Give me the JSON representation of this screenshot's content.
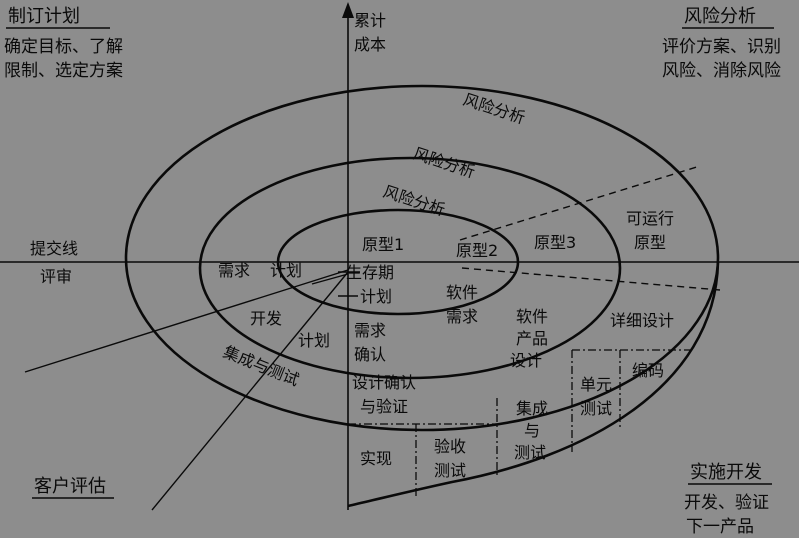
{
  "corners": {
    "top_left": {
      "title": "制订计划",
      "line1": "确定目标、了解",
      "line2": "限制、选定方案"
    },
    "top_right": {
      "title": "风险分析",
      "line1": "评价方案、识别",
      "line2": "风险、消除风险"
    },
    "bottom_left": {
      "title": "客户评估"
    },
    "bottom_right": {
      "title": "实施开发",
      "line1": "开发、验证",
      "line2": "下一产品"
    }
  },
  "axes": {
    "y_line1": "累计",
    "y_line2": "成本",
    "x_left_line1": "提交线",
    "x_left_line2": "评审"
  },
  "risk": [
    "风险分析",
    "风险分析",
    "风险分析"
  ],
  "prototypes": {
    "p1": "原型1",
    "p2": "原型2",
    "p3": "原型3",
    "operational_line1": "可运行",
    "operational_line2": "原型"
  },
  "planning": {
    "lifecycle_line1": "生存期",
    "lifecycle_line2": "计划",
    "requirements": "需求",
    "plan1": "计划",
    "development": "开发",
    "plan2": "计划",
    "integration_test": "集成与测试"
  },
  "engineering": {
    "sw_req_line1": "软件",
    "sw_req_line2": "需求",
    "req_conf_line1": "需求",
    "req_conf_line2": "确认",
    "sw_prod_line1": "软件",
    "sw_prod_line2": "产品",
    "sw_prod_line3": "设计",
    "design_vv_line1": "设计确认",
    "design_vv_line2": "与验证",
    "detailed_design": "详细设计",
    "coding": "编码",
    "unit_test_line1": "单元",
    "unit_test_line2": "测试",
    "integration_line1": "集成",
    "integration_line2": "与",
    "integration_line3": "测试",
    "acceptance_line1": "验收",
    "acceptance_line2": "测试",
    "implementation": "实现"
  }
}
